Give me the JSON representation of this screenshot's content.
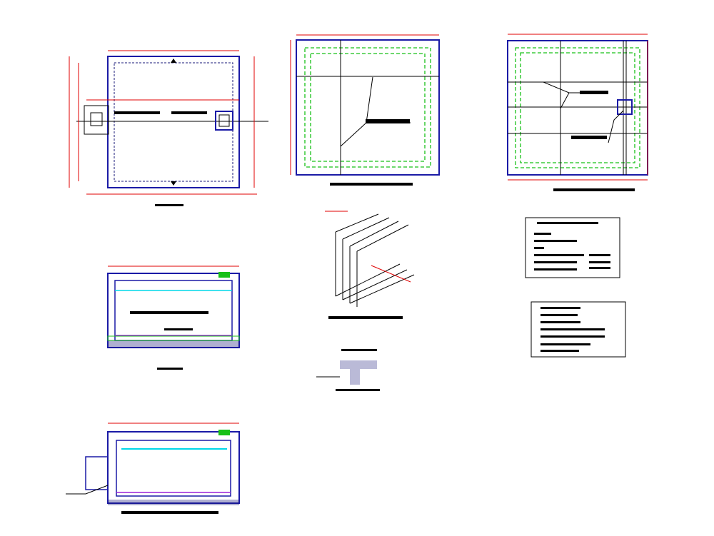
{
  "sheet": {
    "background": "#ffffff"
  },
  "colors": {
    "outline": "#1a1aa6",
    "dimension": "#e00000",
    "reinforcement": "#18c018",
    "water": "#00d8e8",
    "membrane": "#9a20d8",
    "hatch": "#1a1a7a",
    "label_bar": "#000000"
  },
  "views": [
    {
      "id": "plan-view",
      "caption": ""
    },
    {
      "id": "top-slab-rebar-plan",
      "caption": ""
    },
    {
      "id": "bottom-slab-rebar-plan",
      "caption": ""
    },
    {
      "id": "section-a",
      "caption": ""
    },
    {
      "id": "corner-rebar-isometric",
      "caption": ""
    },
    {
      "id": "wall-joint-detail",
      "caption": ""
    },
    {
      "id": "section-b",
      "caption": ""
    }
  ],
  "notes": [
    {
      "id": "notes-block-1",
      "lines": []
    },
    {
      "id": "notes-block-2",
      "lines": []
    }
  ]
}
